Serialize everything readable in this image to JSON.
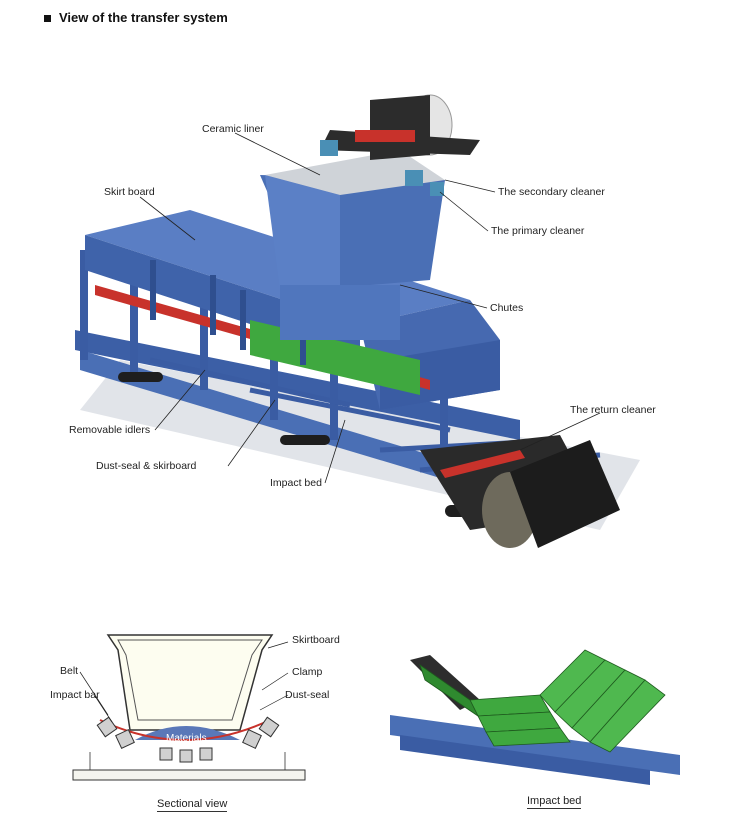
{
  "title": "View of the transfer system",
  "main_labels": {
    "ceramic_liner": "Ceramic liner",
    "skirt_board": "Skirt board",
    "secondary_cleaner": "The secondary cleaner",
    "primary_cleaner": "The primary cleaner",
    "chutes": "Chutes",
    "return_cleaner": "The return cleaner",
    "removable_idlers": "Removable idlers",
    "dust_seal_skirtboard": "Dust-seal & skirboard",
    "impact_bed": "Impact bed"
  },
  "section_labels": {
    "skirtboard": "Skirtboard",
    "belt": "Belt",
    "clamp": "Clamp",
    "impact_bar": "Impact bar",
    "dust_seal": "Dust-seal",
    "materials": "Materials"
  },
  "captions": {
    "sectional_view": "Sectional view",
    "impact_bed": "Impact bed"
  },
  "colors": {
    "frame_blue": "#4a6fb5",
    "frame_dark": "#2f4f8f",
    "red_seal": "#c8322b",
    "green_bar": "#3fa83f",
    "belt_dark": "#2a2a2a"
  }
}
